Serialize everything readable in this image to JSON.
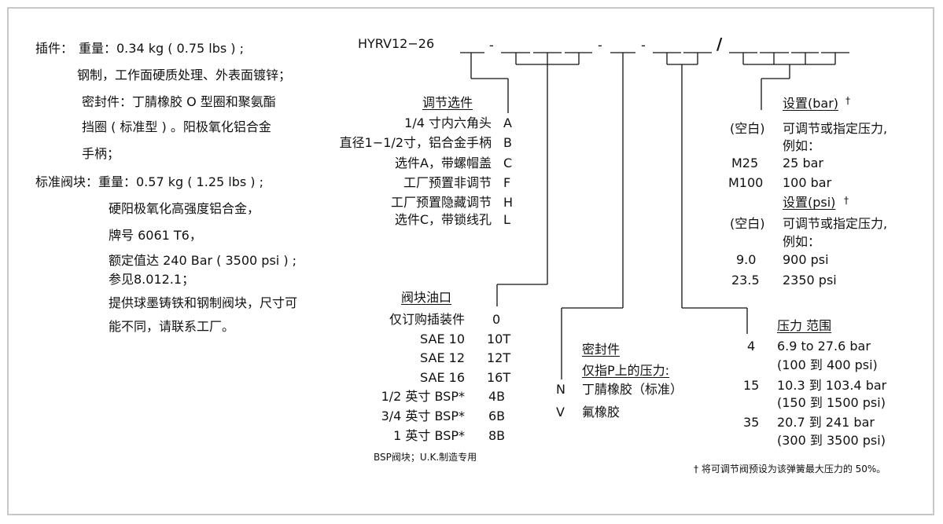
{
  "specs": {
    "cartridge_label": "插件：",
    "cartridge_lines": [
      "重量：0.34 kg ( 0.75 lbs ) ;",
      "钢制，工作面硬质处理、外表面镀锌；",
      "密封件：丁腈橡胶 O 型圈和聚氨酯",
      "挡圈 ( 标准型 ) 。阳极氧化铝合金",
      "手柄；"
    ],
    "body_label": "标准阀块：",
    "body_lines": [
      "重量：0.57 kg ( 1.25 lbs ) ;",
      "硬阳极氧化高强度铝合金，",
      "牌号 6061 T6，",
      "额定值达 240 Bar ( 3500 psi ) ;",
      "参见8.012.1；",
      "提供球墨铸铁和钢制阀块，尺寸可",
      "能不同，请联系工厂。"
    ]
  },
  "model": {
    "code": "HYRV12−26",
    "separators": [
      "-",
      "-",
      "-",
      "/"
    ]
  },
  "adjustment": {
    "title": "调节选件",
    "options": [
      {
        "desc": "1/4 寸内六角头",
        "code": "A"
      },
      {
        "desc": "直径1−1/2寸，铝合金手柄",
        "code": "B"
      },
      {
        "desc": "选件A，带螺帽盖",
        "code": "C"
      },
      {
        "desc": "工厂预置非调节",
        "code": "F"
      },
      {
        "desc": "工厂预置隐藏调节",
        "code": "H"
      },
      {
        "desc": "选件C，带锁线孔",
        "code": "L"
      }
    ]
  },
  "ports": {
    "title": "阀块油口",
    "options": [
      {
        "desc": "仅订购插装件",
        "code": "0"
      },
      {
        "desc": "SAE 10",
        "code": "10T"
      },
      {
        "desc": "SAE 12",
        "code": "12T"
      },
      {
        "desc": "SAE 16",
        "code": "16T"
      },
      {
        "desc": "1/2 英寸 BSP*",
        "code": "4B"
      },
      {
        "desc": "3/4 英寸 BSP*",
        "code": "6B"
      },
      {
        "desc": "1 英寸 BSP*",
        "code": "8B"
      }
    ],
    "note": "BSP阀块；U.K.制造专用"
  },
  "seals": {
    "title": "密封件",
    "subtitle": "仅指P上的压力:",
    "options": [
      {
        "code": "N",
        "desc": "丁腈橡胶（标准）"
      },
      {
        "code": "V",
        "desc": "氟橡胶"
      }
    ]
  },
  "range": {
    "title": "压力 范围",
    "options": [
      {
        "code": "4",
        "line1": "6.9 to 27.6 bar",
        "line2": "(100 到 400 psi)"
      },
      {
        "code": "15",
        "line1": "10.3 到 103.4 bar",
        "line2": "(150 到 1500 psi)"
      },
      {
        "code": "35",
        "line1": "20.7 到 241 bar",
        "line2": "(300 到 3500 psi)"
      }
    ]
  },
  "setting_bar": {
    "title": "设置(bar)",
    "dagger": "†",
    "blank_code": "(空白)",
    "blank_desc1": "可调节或指定压力,",
    "blank_desc2": "例如：",
    "examples": [
      {
        "code": "M25",
        "desc": "25 bar"
      },
      {
        "code": "M100",
        "desc": "100 bar"
      }
    ]
  },
  "setting_psi": {
    "title": "设置(psi)",
    "dagger": "†",
    "blank_code": "(空白)",
    "blank_desc1": "可调节或指定压力,",
    "blank_desc2": "例如：",
    "examples": [
      {
        "code": "9.0",
        "desc": "900 psi"
      },
      {
        "code": "23.5",
        "desc": "2350 psi"
      }
    ]
  },
  "footnote": "† 将可调节阀预设为该弹簧最大压力的 50%。"
}
